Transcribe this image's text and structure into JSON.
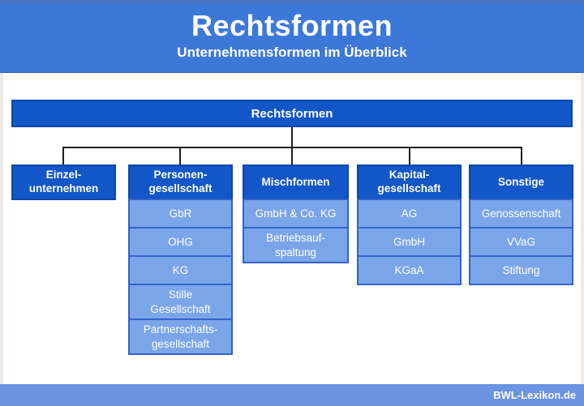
{
  "header": {
    "title": "Rechtsformen",
    "subtitle": "Unternehmensformen im Überblick"
  },
  "chart": {
    "root": "Rechtsformen",
    "columns": [
      {
        "label": "Einzel-\nunternehmen",
        "items": []
      },
      {
        "label": "Personen-\ngesellschaft",
        "items": [
          "GbR",
          "OHG",
          "KG",
          "Stille\nGesellschaft",
          "Partnerschafts-\ngesellschaft"
        ]
      },
      {
        "label": "Mischformen",
        "items": [
          "GmbH & Co. KG",
          "Betriebsauf-\nspaltung"
        ]
      },
      {
        "label": "Kapital-\ngesellschaft",
        "items": [
          "AG",
          "GmbH",
          "KGaA"
        ]
      },
      {
        "label": "Sonstige",
        "items": [
          "Genossenschaft",
          "VVaG",
          "Stiftung"
        ]
      }
    ]
  },
  "footer": {
    "brand": "BWL-Lexikon.de"
  },
  "colors": {
    "header_band": "#3c78d8",
    "top_strip": "#4a74c5",
    "node_dark": "#1256c7",
    "node_dark_border": "#0d47ab",
    "node_light": "#7ba5e9",
    "node_light_border": "#3263cc",
    "connector": "#1e1e1e",
    "footer_bar": "#6b94e2",
    "page_edge": "#ece9e2",
    "text": "#ffffff"
  }
}
